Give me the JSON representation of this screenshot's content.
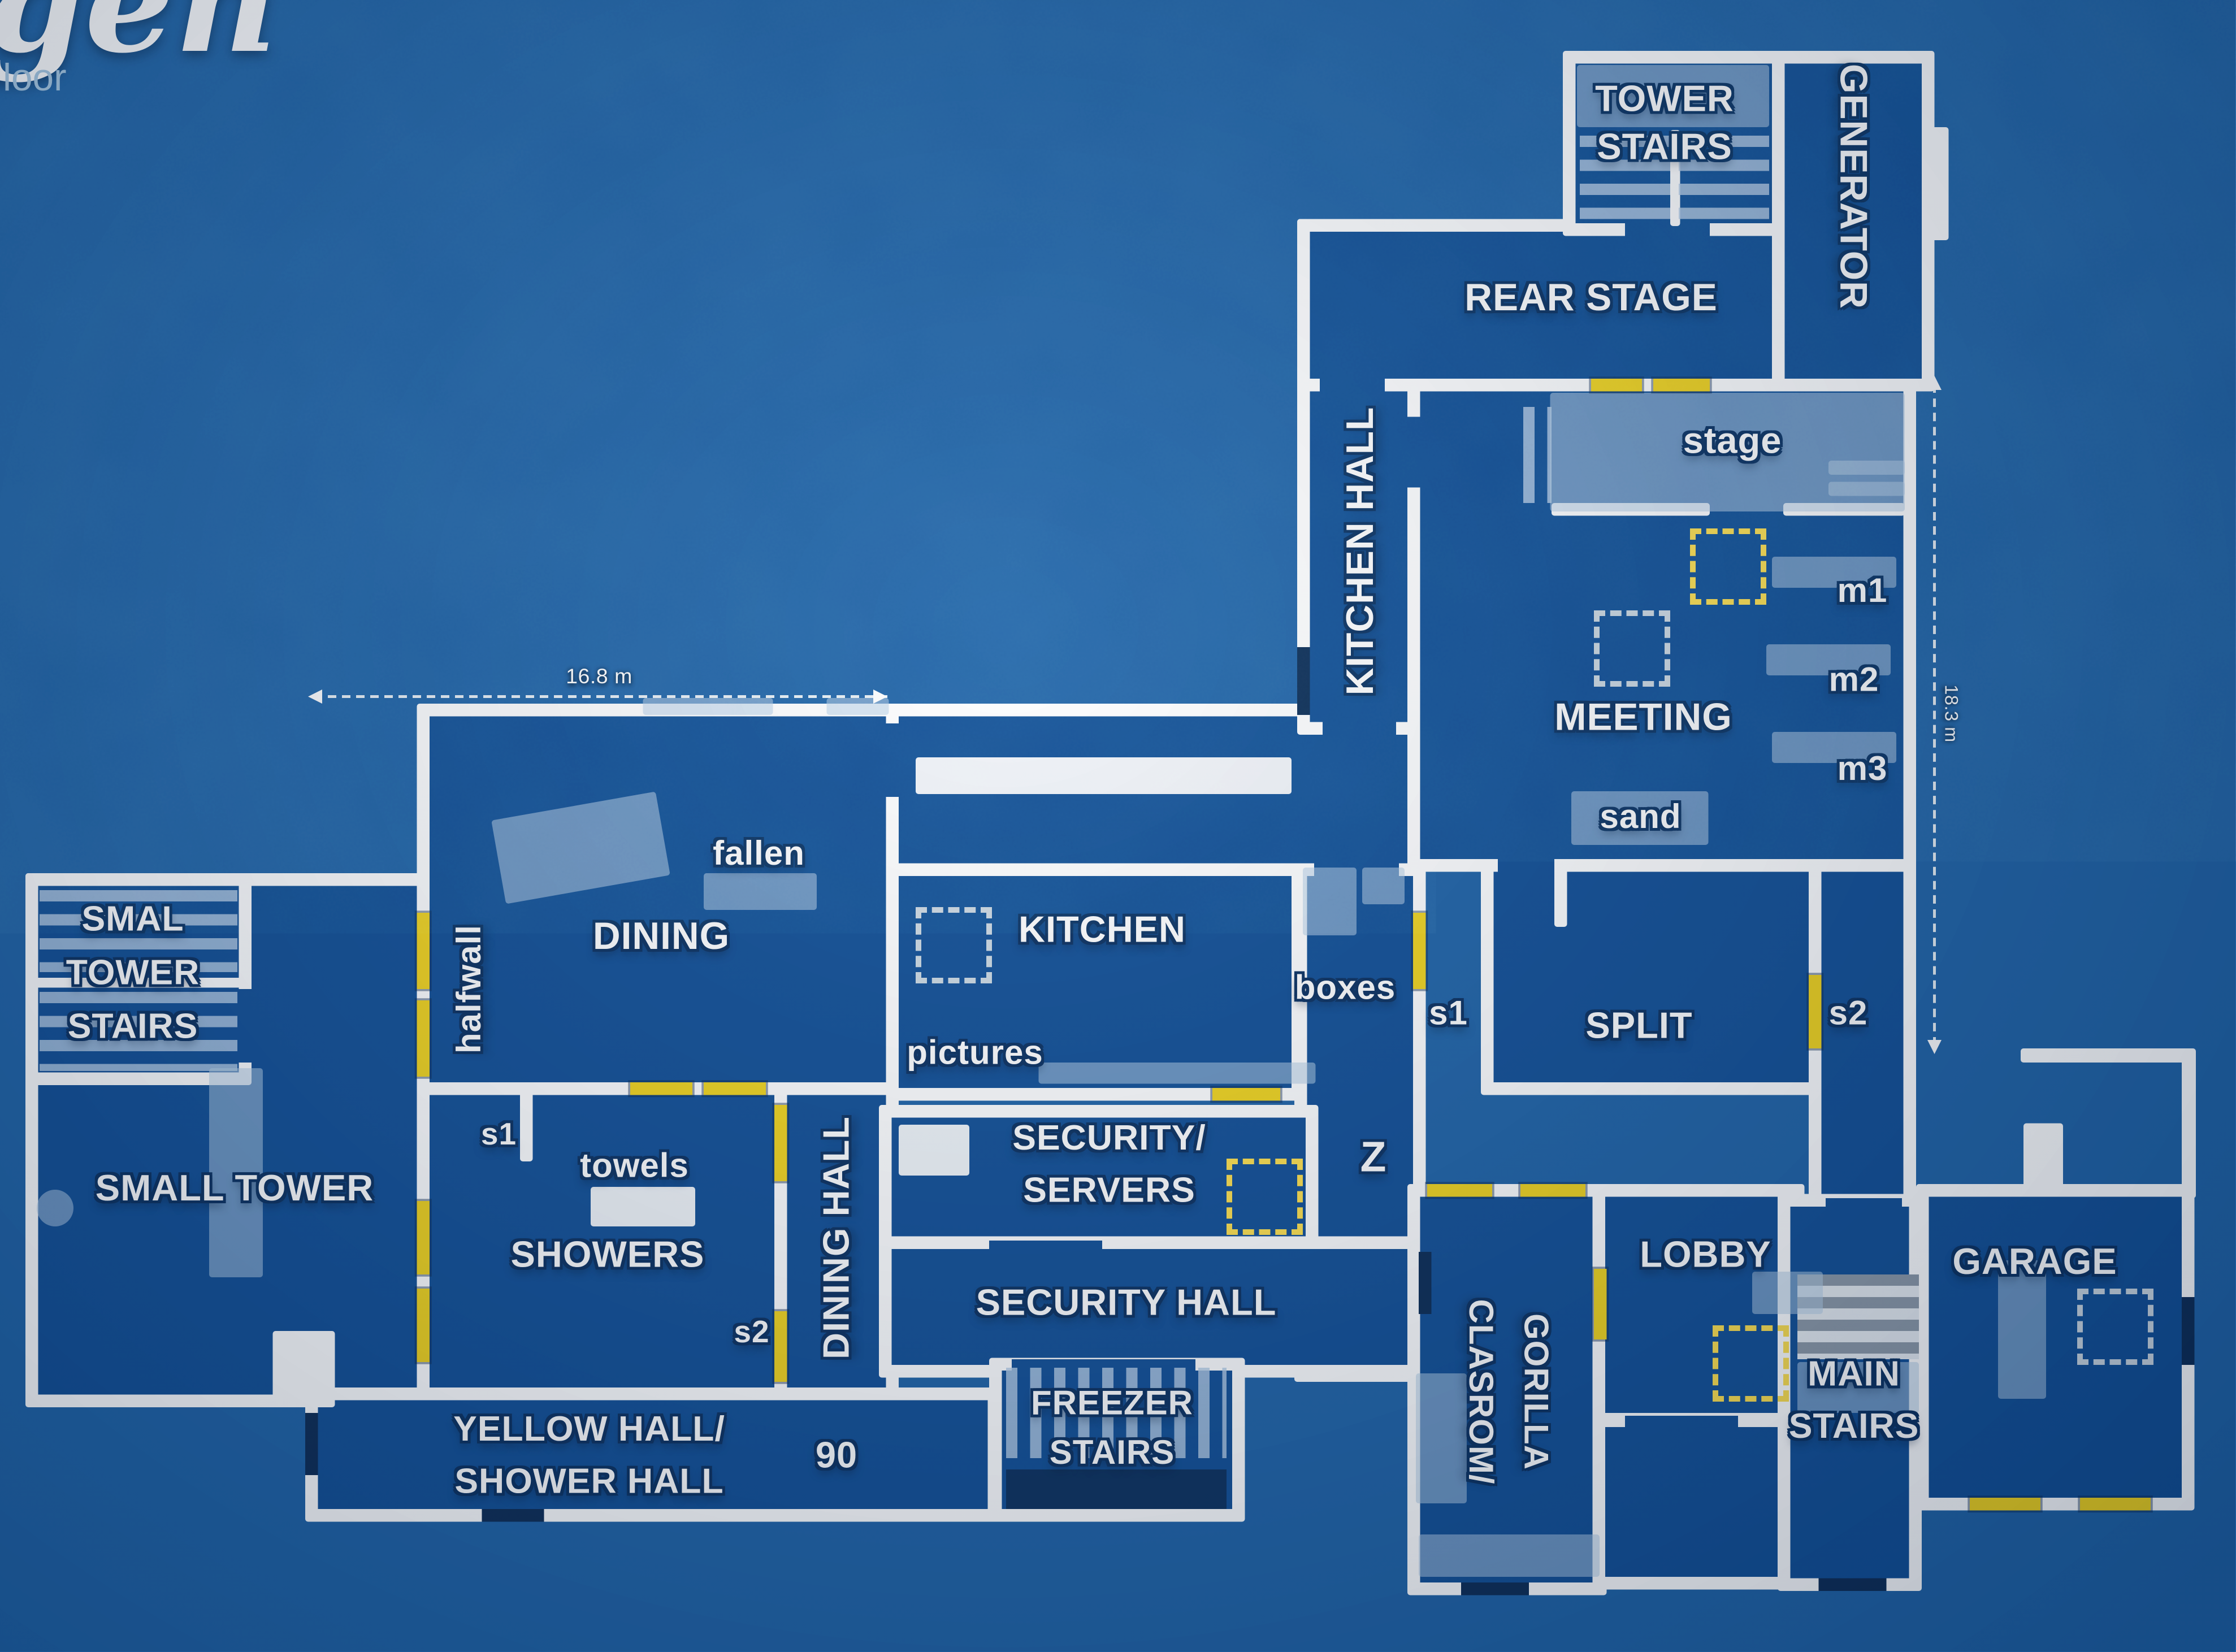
{
  "title": {
    "logo_script": "gen",
    "logo_sub": "loor"
  },
  "dimensions": {
    "width_label": "16.8 m",
    "height_label": "18.3 m"
  },
  "rooms": {
    "tower_stairs": {
      "lines": [
        "TOWER",
        "STAIRS"
      ]
    },
    "generator": {
      "label": "GENERATOR"
    },
    "rear_stage": {
      "label": "REAR STAGE"
    },
    "stage_area": {
      "label": "stage"
    },
    "kitchen_hall": {
      "label": "KITCHEN HALL"
    },
    "meeting": {
      "label": "MEETING"
    },
    "small_tower_stairs": {
      "lines": [
        "SMAL",
        "TOWER",
        "STAIRS"
      ]
    },
    "small_tower": {
      "label": "SMALL TOWER"
    },
    "dining": {
      "label": "DINING"
    },
    "kitchen": {
      "label": "KITCHEN"
    },
    "split": {
      "label": "SPLIT"
    },
    "showers": {
      "label": "SHOWERS"
    },
    "dining_hall": {
      "label": "DINING HALL"
    },
    "security_servers": {
      "lines": [
        "SECURITY/",
        "SERVERS"
      ]
    },
    "security_hall": {
      "label": "SECURITY HALL"
    },
    "freezer_stairs": {
      "lines": [
        "FREEZER",
        "STAIRS"
      ]
    },
    "yellow_hall": {
      "lines": [
        "YELLOW HALL/",
        "SHOWER HALL"
      ]
    },
    "classroom": {
      "lines": [
        "CLASROM/",
        "GORILLA"
      ]
    },
    "lobby": {
      "label": "LOBBY"
    },
    "main_stairs": {
      "lines": [
        "MAIN",
        "STAIRS"
      ]
    },
    "garage": {
      "label": "GARAGE"
    }
  },
  "markers": {
    "m1": "m1",
    "m2": "m2",
    "m3": "m3",
    "sand": "sand",
    "fallen": "fallen",
    "halfwall": "halfwall",
    "towels": "towels",
    "boxes": "boxes",
    "pictures": "pictures",
    "s1_split": "s1",
    "s2_split": "s2",
    "s1_showers": "s1",
    "s2_showers": "s2",
    "z": "Z",
    "ninety": "90"
  },
  "colors": {
    "background": "#1f63a7",
    "room_fill": "#114f96",
    "wall": "#ffffff",
    "door": "#f2d41c",
    "hatch_yellow": "#ffe14d",
    "hatch_gray": "#cdd9e2",
    "furniture": "#b7cfe8",
    "dark_bar": "#0c2c55",
    "label": "#ffffff"
  }
}
